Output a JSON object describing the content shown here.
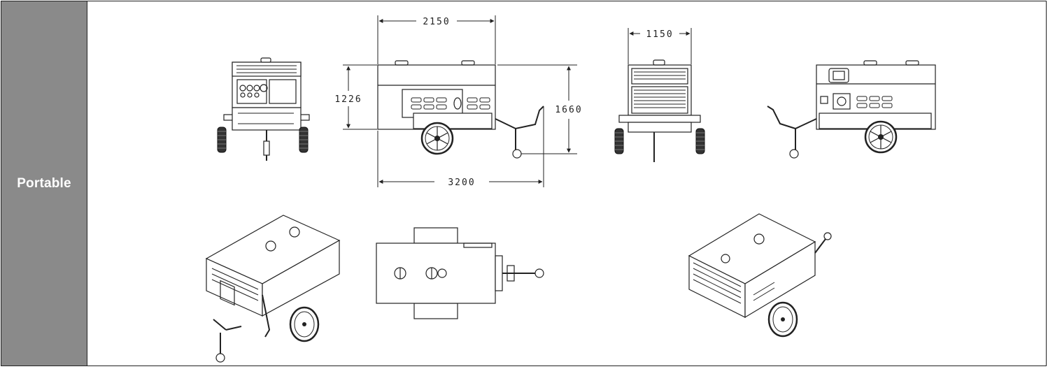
{
  "row_label": "Portable",
  "dimensions": {
    "body_length": "2150",
    "width": "1150",
    "body_height": "1226",
    "total_height": "1660",
    "total_length": "3200"
  },
  "colors": {
    "label_background": "#8a8a8a",
    "label_text": "#ffffff",
    "line": "#222222"
  }
}
